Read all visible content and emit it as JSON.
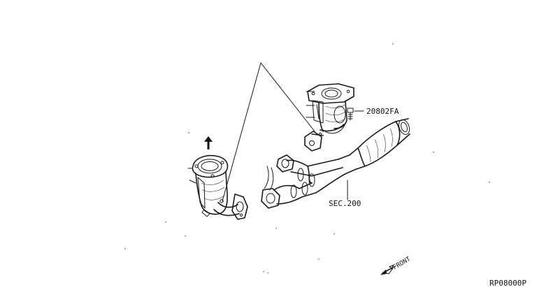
{
  "callouts": {
    "stud_part_no": "20802FA",
    "section_ref": "SEC.200"
  },
  "orientation": {
    "front_label": "FRONT"
  },
  "diagram_code": "RP08000P"
}
